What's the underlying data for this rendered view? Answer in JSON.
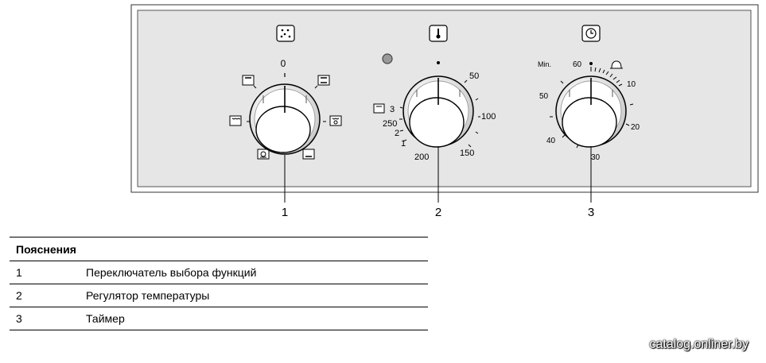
{
  "panel": {
    "knob1": {
      "zero_label": "0",
      "callout": "1",
      "mode_icons": [
        "top-heat-icon",
        "top-bottom-heat-icon",
        "grill-icon",
        "fan-grill-icon",
        "bottom-heat-icon",
        "fan-defrost-icon"
      ]
    },
    "knob2": {
      "callout": "2",
      "scale_labels": [
        "3",
        "250",
        "2",
        "1",
        "200",
        "150",
        "100",
        "50"
      ],
      "indicator": "pilot-light"
    },
    "knob3": {
      "callout": "3",
      "scale_labels": [
        "Min.",
        "60",
        "50",
        "40",
        "30",
        "20",
        "10"
      ]
    }
  },
  "legend": {
    "header": "Пояснения",
    "rows": [
      {
        "num": "1",
        "text": "Переключатель выбора функций"
      },
      {
        "num": "2",
        "text": "Регулятор температуры"
      },
      {
        "num": "3",
        "text": "Таймер"
      }
    ]
  },
  "watermark": "catalog.onliner.by"
}
